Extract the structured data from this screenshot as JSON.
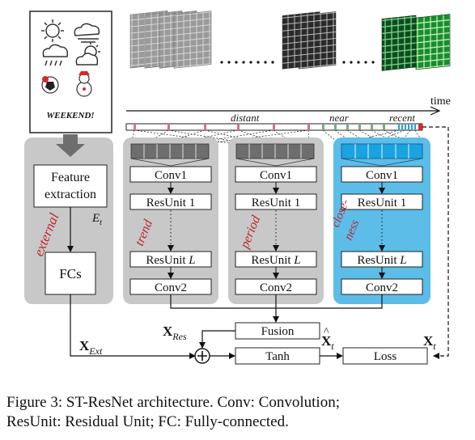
{
  "figure": {
    "time_label": "time",
    "weekend_label": "WEEKEND!",
    "timeline_labels": {
      "distant": "distant",
      "near": "near",
      "recent": "recent"
    },
    "external_branch": {
      "title": "external",
      "feature_extraction_line1": "Feature",
      "feature_extraction_line2": "extraction",
      "feature_symbol": "E",
      "feature_symbol_sub": "t",
      "fc_label": "FCs"
    },
    "branches": [
      {
        "id": "trend",
        "side_label": "trend",
        "conv1": "Conv1",
        "resunit1": "ResUnit 1",
        "resunitL_prefix": "ResUnit",
        "resunitL_var": "L",
        "conv2": "Conv2"
      },
      {
        "id": "period",
        "side_label": "period",
        "conv1": "Conv1",
        "resunit1": "ResUnit 1",
        "resunitL_prefix": "ResUnit",
        "resunitL_var": "L",
        "conv2": "Conv2"
      },
      {
        "id": "closeness",
        "side_label_line1": "close-",
        "side_label_line2": "ness",
        "conv1": "Conv1",
        "resunit1": "ResUnit 1",
        "resunitL_prefix": "ResUnit",
        "resunitL_var": "L",
        "conv2": "Conv2"
      }
    ],
    "fusion": "Fusion",
    "tanh": "Tanh",
    "loss": "Loss",
    "x_res": {
      "base": "X",
      "sub": "Res"
    },
    "x_ext": {
      "base": "X",
      "sub": "Ext"
    },
    "x_hat": {
      "base": "X",
      "sub": "t"
    },
    "x_t": {
      "base": "X",
      "sub": "t"
    },
    "plus": "+",
    "colors": {
      "panel_gray": "#c8c8c8",
      "panel_blue": "#5bbde8",
      "tile_gray": "#6e6e6e",
      "tile_blue": "#1aa3e0",
      "pink_mark": "#e0699a",
      "green_mark": "#6cb37a",
      "text_red": "#c0262d"
    }
  },
  "caption": {
    "line1": "Figure 3: ST-ResNet architecture. Conv: Convolution;",
    "line2": "ResUnit: Residual Unit; FC: Fully-connected."
  }
}
